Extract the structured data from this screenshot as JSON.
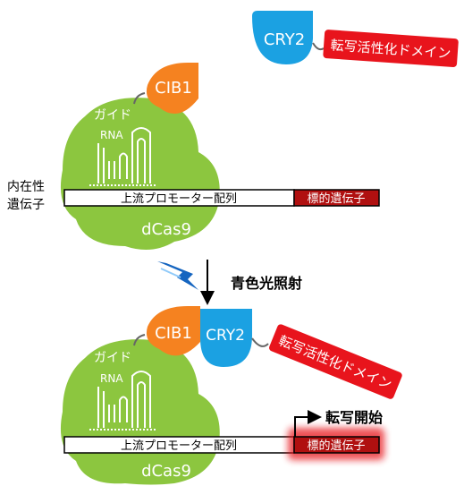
{
  "top_panel": {
    "cry2_label": "CRY2",
    "activation_domain_label": "転写活性化ドメイン",
    "cib1_label": "CIB1",
    "guide_label": "ガイド",
    "rna_label": "RNA",
    "endogenous_gene_label_line1": "内在性",
    "endogenous_gene_label_line2": "遺伝子",
    "promoter_label": "上流プロモーター配列",
    "target_gene_label": "標的遺伝子",
    "dcas9_label": "dCas9"
  },
  "stimulus": {
    "label": "青色光照射"
  },
  "bottom_panel": {
    "cib1_label": "CIB1",
    "cry2_label": "CRY2",
    "activation_domain_label": "転写活性化ドメイン",
    "guide_label": "ガイド",
    "rna_label": "RNA",
    "promoter_label": "上流プロモーター配列",
    "target_gene_label": "標的遺伝子",
    "dcas9_label": "dCas9",
    "transcription_start_label": "転写開始"
  },
  "colors": {
    "dcas9_green": "#8cc63f",
    "cib1_orange": "#f58220",
    "cry2_blue": "#1ba1e2",
    "activation_red": "#e8141c",
    "target_gene_dark_red": "#b01010",
    "light_blue_bolt": "#1565c0"
  }
}
